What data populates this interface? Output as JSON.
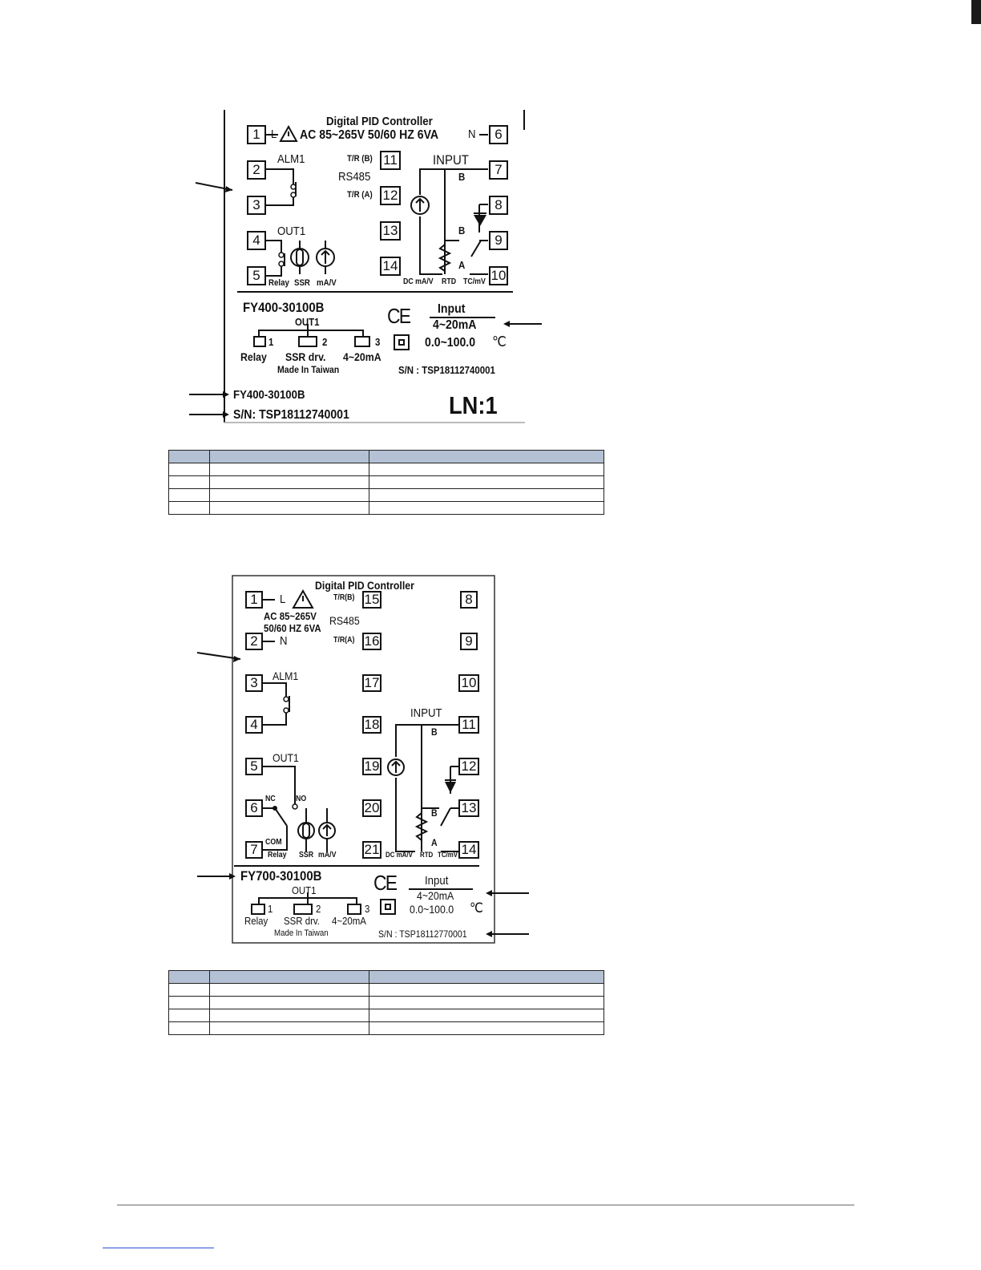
{
  "panel1": {
    "title": "Digital PID Controller",
    "power_left": "L",
    "power_spec": "AC 85~265V 50/60 HZ  6VA",
    "power_right": "N",
    "terminals": [
      "1",
      "2",
      "3",
      "4",
      "5",
      "6",
      "7",
      "8",
      "9",
      "10",
      "11",
      "12",
      "13",
      "14"
    ],
    "alm": "ALM1",
    "out": "OUT1",
    "rs485": "RS485",
    "tr_b": "T/R (B)",
    "tr_a": "T/R (A)",
    "input": "INPUT",
    "b_label": "B",
    "a_label": "A",
    "relay": "Relay",
    "ssr": "SSR",
    "mav": "mA/V",
    "dcmav": "DC mA/V",
    "rtd": "RTD",
    "tcmv": "TC/mV",
    "model": "FY400-30100B",
    "out1_title": "OUT1",
    "opt1": "Relay",
    "opt2": "SSR drv.",
    "opt3": "4~20mA",
    "n1": "1",
    "n2": "2",
    "n3": "3",
    "made": "Made In Taiwan",
    "ce": "CE",
    "input_title": "Input",
    "input_range": "4~20mA",
    "temp_range": "0.0~100.0",
    "unit": "℃",
    "sn": "S/N : TSP18112740001",
    "model_big": "FY400-30100B",
    "sn_big": "S/N: TSP18112740001",
    "ln": "LN:1"
  },
  "panel2": {
    "title": "Digital PID Controller",
    "terminals": [
      "1",
      "2",
      "3",
      "4",
      "5",
      "6",
      "7",
      "8",
      "9",
      "10",
      "11",
      "12",
      "13",
      "14",
      "15",
      "16",
      "17",
      "18",
      "19",
      "20",
      "21"
    ],
    "l": "L",
    "n": "N",
    "power_line1": "AC 85~265V",
    "power_line2": "50/60 HZ  6VA",
    "rs485": "RS485",
    "tr_b": "T/R(B)",
    "tr_a": "T/R(A)",
    "alm": "ALM1",
    "out": "OUT1",
    "nc": "NC",
    "no": "NO",
    "com": "COM",
    "relay": "Relay",
    "ssr": "SSR",
    "mav": "mA/V",
    "input": "INPUT",
    "b_label": "B",
    "a_label": "A",
    "dcmav": "DC mA/V",
    "rtd": "RTD",
    "tcmv": "TC/mV",
    "model": "FY700-30100B",
    "out1_title": "OUT1",
    "opt1": "Relay",
    "opt2": "SSR drv.",
    "opt3": "4~20mA",
    "n1": "1",
    "n2": "2",
    "n3": "3",
    "made": "Made In Taiwan",
    "ce": "CE",
    "input_title": "Input",
    "input_range": "4~20mA",
    "temp_range": "0.0~100.0",
    "unit": "℃",
    "sn": "S/N : TSP18112770001"
  }
}
